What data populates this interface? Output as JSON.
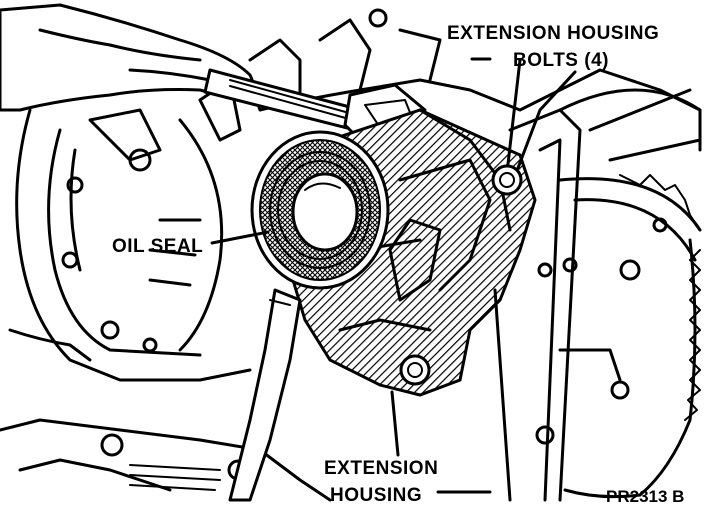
{
  "labels": {
    "extension_housing_bolts_line1": "EXTENSION HOUSING",
    "extension_housing_bolts_line2": "BOLTS (4)",
    "oil_seal": "OIL SEAL",
    "extension_housing_line1": "EXTENSION",
    "extension_housing_line2": "HOUSING",
    "figure_code": "PR2313 B"
  },
  "colors": {
    "ink": "#000000",
    "paper": "#ffffff"
  }
}
